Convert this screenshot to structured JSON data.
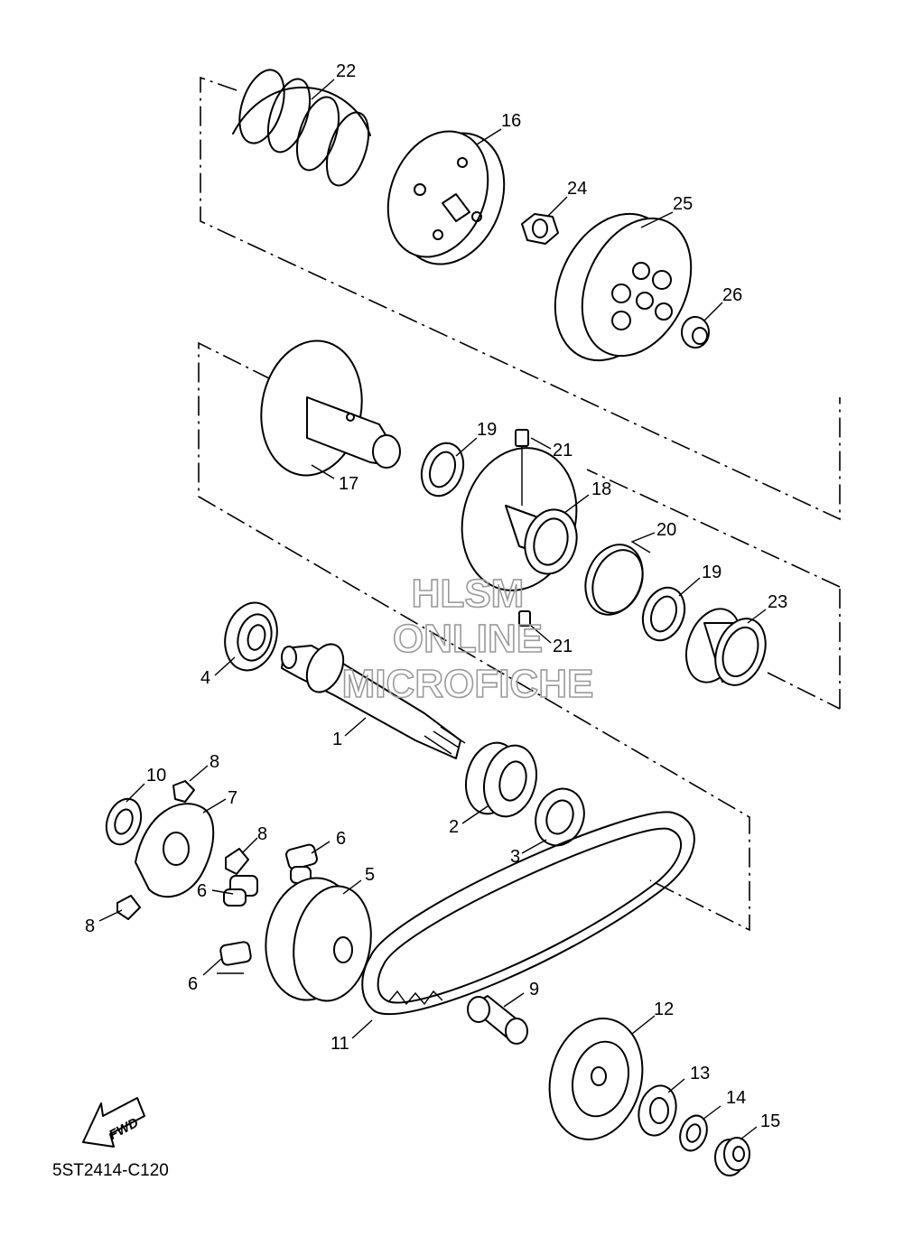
{
  "diagram": {
    "part_numbers": {
      "p1": "1",
      "p2": "2",
      "p3": "3",
      "p4": "4",
      "p5": "5",
      "p6a": "6",
      "p6b": "6",
      "p6c": "6",
      "p7": "7",
      "p8a": "8",
      "p8b": "8",
      "p8c": "8",
      "p9": "9",
      "p10": "10",
      "p11": "11",
      "p12": "12",
      "p13": "13",
      "p14": "14",
      "p15": "15",
      "p16": "16",
      "p17": "17",
      "p18": "18",
      "p19a": "19",
      "p19b": "19",
      "p20": "20",
      "p21a": "21",
      "p21b": "21",
      "p22": "22",
      "p23": "23",
      "p24": "24",
      "p25": "25",
      "p26": "26"
    },
    "direction_badge": "FWD",
    "diagram_code": "5ST2414-C120"
  },
  "watermark": {
    "line1": "HLSM",
    "line2": "ONLINE",
    "line3": "MICROFICHE",
    "color": "#9a9a9a"
  },
  "colors": {
    "ink": "#000000",
    "paper": "#ffffff"
  }
}
